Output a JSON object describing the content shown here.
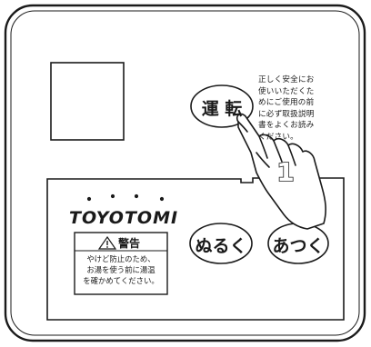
{
  "device": {
    "note_text": "正しく安全にお\n使いいただくた\nめにご使用の前\nに必ず取扱説明\n書をよくお読み\nください。",
    "brand": "TOYOTOMI",
    "step_number": "1"
  },
  "buttons": {
    "run_label": "運 転",
    "lukewarm_label": "ぬるく",
    "hot_label": "あつく"
  },
  "warning": {
    "icon": "warning-triangle-icon",
    "title": "警告",
    "body": "やけど防止のため、\nお湯を使う前に湯温\nを確かめてください。"
  },
  "colors": {
    "line": "#1a1a1a",
    "panel": "#ffffff"
  }
}
